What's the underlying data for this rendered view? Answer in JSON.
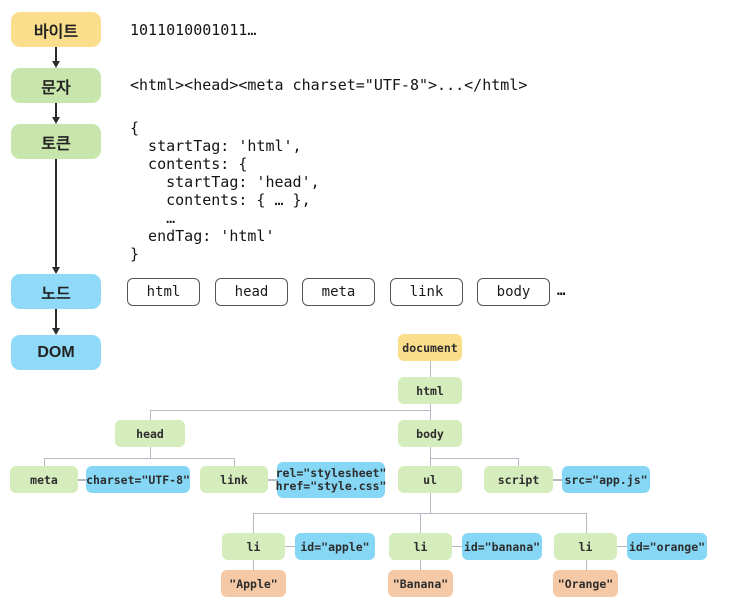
{
  "pipeline": {
    "stages": [
      {
        "label": "바이트",
        "color": "#FADE8C"
      },
      {
        "label": "문자",
        "color": "#C8E5AC"
      },
      {
        "label": "토큰",
        "color": "#C8E5AC"
      },
      {
        "label": "노드",
        "color": "#8FDAF8"
      },
      {
        "label": "DOM",
        "color": "#8FDAF8"
      }
    ]
  },
  "stage_outputs": {
    "bytes": "1011010001011…",
    "characters": "<html><head><meta charset=\"UTF-8\">...</html>",
    "tokens": "{\n  startTag: 'html',\n  contents: {\n    startTag: 'head',\n    contents: { … },\n    …\n  endTag: 'html'\n}",
    "nodes": {
      "items": [
        "html",
        "head",
        "meta",
        "link",
        "body"
      ],
      "ellipsis": "…"
    }
  },
  "dom_tree": {
    "document": "document",
    "html": "html",
    "head": "head",
    "body": "body",
    "meta": "meta",
    "charset_attr": "charset=\"UTF-8\"",
    "link": "link",
    "link_attrs": "rel=\"stylesheet\"\nhref=\"style.css\"",
    "ul": "ul",
    "script": "script",
    "script_attr": "src=\"app.js\"",
    "li_apple": "li",
    "id_apple_attr": "id=\"apple\"",
    "li_banana": "li",
    "id_banana_attr": "id=\"banana\"",
    "li_orange": "li",
    "id_orange_attr": "id=\"orange\"",
    "text_apple": "\"Apple\"",
    "text_banana": "\"Banana\"",
    "text_orange": "\"Orange\""
  },
  "colors": {
    "stage_yellow": "#FADE8C",
    "stage_green": "#C8E5AC",
    "stage_blue": "#8FDAF8",
    "tree_green": "#D5ECBC",
    "tree_blue": "#85D7F5",
    "tree_orange": "#F5C9A5",
    "connector_gray": "#B4BAC3",
    "arrow_dark": "#2B2B2B"
  }
}
